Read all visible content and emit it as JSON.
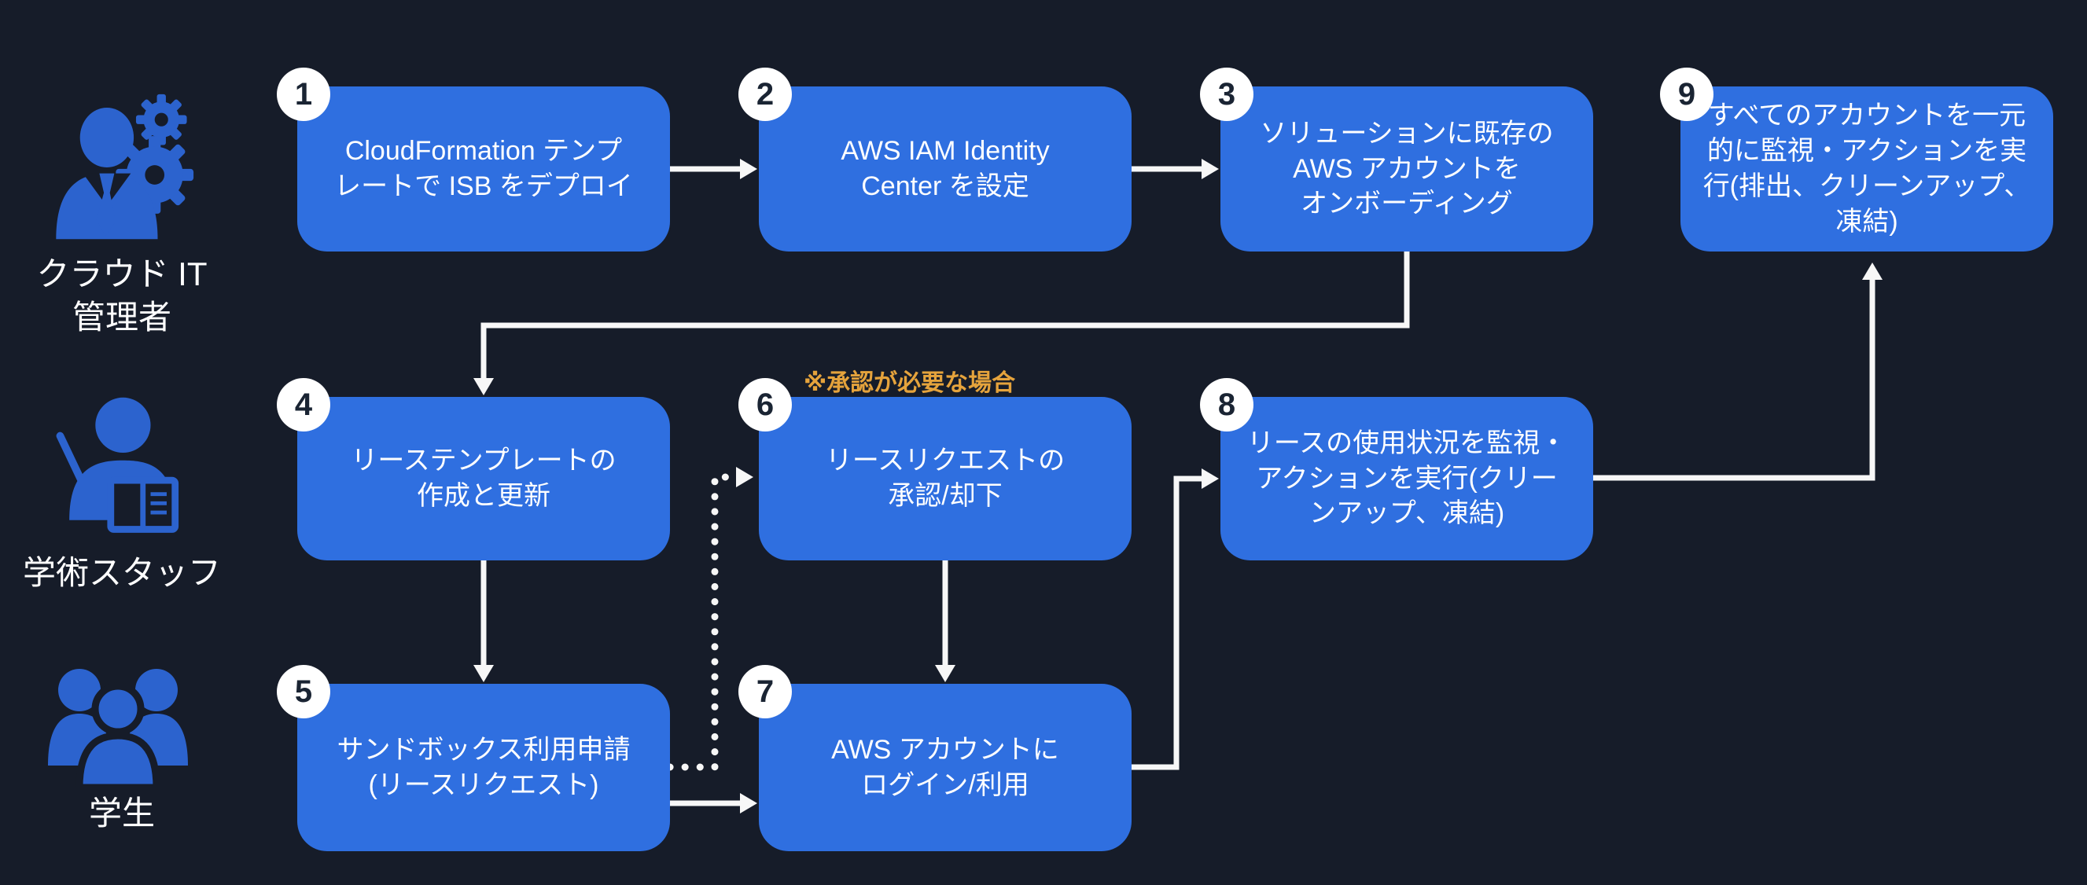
{
  "colors": {
    "background": "#161C29",
    "node_blue": "#2F6FE0",
    "icon_blue": "#2C63CE",
    "note_orange": "#E5A33C",
    "connector_white": "#F7F7F7",
    "number_text": "#1A2433",
    "node_text": "#FFFFFF"
  },
  "personas": [
    {
      "label": "クラウド IT\n管理者",
      "icon": "cloud-it-admin-icon"
    },
    {
      "label": "学術スタッフ",
      "icon": "academic-staff-icon"
    },
    {
      "label": "学生",
      "icon": "students-icon"
    }
  ],
  "note": "※承認が必要な場合",
  "steps": [
    {
      "num": "1",
      "text": "CloudFormation テンプ\nレートで ISB をデプロイ"
    },
    {
      "num": "2",
      "text": "AWS IAM Identity\nCenter を設定"
    },
    {
      "num": "3",
      "text": "ソリューションに既存の\nAWS アカウントを\nオンボーディング"
    },
    {
      "num": "4",
      "text": "リーステンプレートの\n作成と更新"
    },
    {
      "num": "5",
      "text": "サンドボックス利用申請\n(リースリクエスト)"
    },
    {
      "num": "6",
      "text": "リースリクエストの\n承認/却下"
    },
    {
      "num": "7",
      "text": "AWS アカウントに\nログイン/利用"
    },
    {
      "num": "8",
      "text": "リースの使用状況を監視・\nアクションを実行(クリー\nンアップ、凍結)"
    },
    {
      "num": "9",
      "text": "すべてのアカウントを一元\n的に監視・アクションを実\n行(排出、クリーンアップ、\n凍結)"
    }
  ]
}
